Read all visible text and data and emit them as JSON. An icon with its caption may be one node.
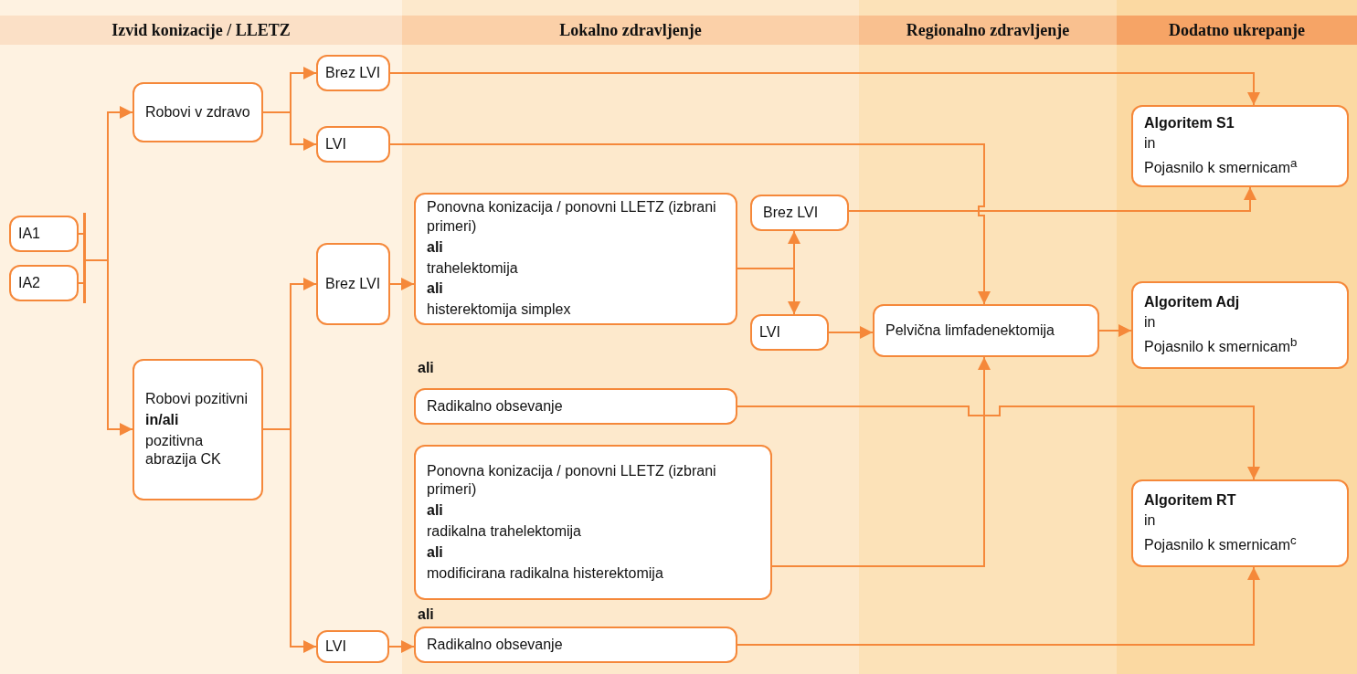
{
  "diagram": {
    "nodes": [
      {
        "text": [
          "Izvid konizacije / LLETZ"
        ]
      },
      {
        "text": [
          "Lokalno zdravljenje"
        ]
      },
      {
        "text": [
          "Regionalno zdravljenje"
        ]
      },
      {
        "text": [
          "Dodatno ukrepanje"
        ]
      },
      {
        "text": [
          "IA1"
        ]
      },
      {
        "text": [
          "IA2"
        ]
      },
      {
        "text": [
          "Robovi v zdravo"
        ]
      },
      {
        "text": [
          "Brez LVI"
        ]
      },
      {
        "text": [
          "LVI"
        ]
      },
      {
        "text": [
          "Algoritem S1",
          "in",
          "Pojasnilo k smernicam$^{a}$"
        ]
      },
      {
        "text": [
          "Ponovna konizacija / ponovni LLETZ (izbrani primeri)",
          "ali",
          "trahelektomija",
          "ali",
          "histerektomija simplex"
        ]
      },
      {
        "text": [
          "Brez LVI"
        ]
      },
      {
        "text": [
          "Robovi pozitivni",
          "in/ali",
          "pozitivna abrazija CK"
        ]
      },
      {
        "text": [
          "Brez LVI"
        ]
      },
      {
        "text": [
          "LVI"
        ]
      },
      {
        "text": [
          "Pelvična limfadenektomija"
        ]
      },
      {
        "text": [
          "Algoritem Adj",
          "in",
          "Pojasnilo k smernicam$^{b}$"
        ]
      },
      {
        "text": [
          "Radikalno obsevanje"
        ]
      },
      {
        "text": [
          "Ponovna konizacija / ponovni LLETZ (izbrani primeri)",
          "ali",
          "radikalna trahelektomija",
          "ali",
          "modificirana radikalna histerektomija"
        ]
      },
      {
        "text": [
          "Algoritem RT",
          "in",
          "Pojasnilo k smernicam$^{c}$"
        ]
      },
      {
        "text": [
          "LVI"
        ]
      },
      {
        "text": [
          "Radikalno obsevanje"
        ]
      },
      {
        "text": [],
        "shape": "bar"
      }
    ],
    "edges": [
      {
        "from": 4,
        "to": 22,
        "arrow": "none"
      },
      {
        "from": 5,
        "to": 22,
        "arrow": "none"
      },
      {
        "from": 22,
        "to": 6,
        "arrow": "to"
      },
      {
        "from": 22,
        "to": 12,
        "arrow": "to"
      },
      {
        "from": 6,
        "to": 7,
        "arrow": "to"
      },
      {
        "from": 6,
        "to": 8,
        "arrow": "to"
      },
      {
        "from": 7,
        "to": 9,
        "arrow": "to"
      },
      {
        "from": 8,
        "to": 15,
        "arrow": "to"
      },
      {
        "from": 12,
        "to": 13,
        "arrow": "to"
      },
      {
        "from": 12,
        "to": 20,
        "arrow": "to"
      },
      {
        "from": 13,
        "to": 10,
        "arrow": "to"
      },
      {
        "from": 10,
        "to": 11,
        "arrow": "to"
      },
      {
        "from": 10,
        "to": 14,
        "arrow": "to"
      },
      {
        "from": 11,
        "to": 9,
        "arrow": "to"
      },
      {
        "from": 14,
        "to": 15,
        "arrow": "to"
      },
      {
        "from": 15,
        "to": 16,
        "arrow": "to"
      },
      {
        "from": 17,
        "to": 19,
        "arrow": "to"
      },
      {
        "from": 18,
        "to": 15,
        "arrow": "to"
      },
      {
        "from": 20,
        "to": 21,
        "arrow": "to"
      },
      {
        "from": 21,
        "to": 19,
        "arrow": "to"
      }
    ],
    "labels": [
      "ali",
      "ali"
    ]
  }
}
